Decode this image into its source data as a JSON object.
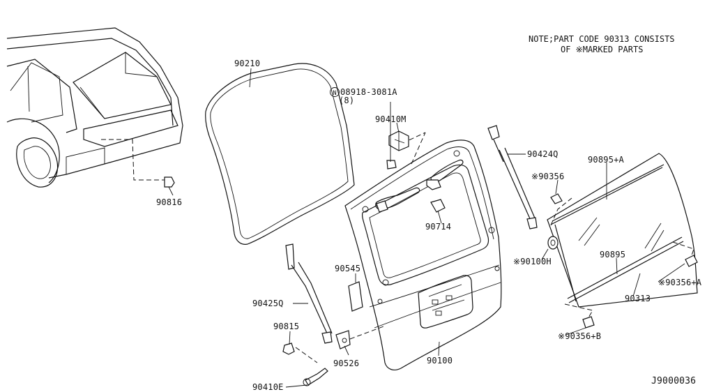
{
  "note": {
    "line1": "NOTE;PART CODE 90313 CONSISTS",
    "line2": "OF ※MARKED PARTS"
  },
  "diagram_code": "J9000036",
  "parts": {
    "p90210": "90210",
    "p08918": "08918-3081A",
    "p08918_qty": "(8)",
    "p90410M": "90410M",
    "p90424Q": "90424Q",
    "p90895A": "90895+A",
    "p90356": "※90356",
    "p90816": "90816",
    "p90714": "90714",
    "p90100H": "※90100H",
    "p90895": "90895",
    "p90356A": "※90356+A",
    "p90545": "90545",
    "p90313": "90313",
    "p90425Q": "90425Q",
    "p90815": "90815",
    "p90356B": "※90356+B",
    "p90526": "90526",
    "p90100": "90100",
    "p90410E": "90410E"
  },
  "icons": {
    "nut_mark": "circled-n-icon"
  }
}
